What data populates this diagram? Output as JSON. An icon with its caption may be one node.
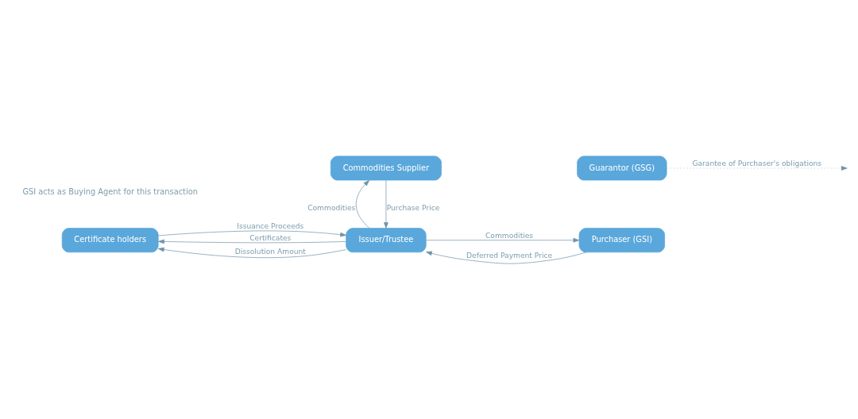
{
  "diagram": {
    "nodes": [
      {
        "text": [
          "Certificate holders"
        ]
      },
      {
        "text": [
          "Issuer/Trustee"
        ]
      },
      {
        "text": [
          "Guarantor (GSG)"
        ]
      },
      {
        "text": [
          "Purchaser (GSI)"
        ]
      },
      {
        "text": [
          "Commodities Supplier"
        ]
      }
    ],
    "edges": [
      {
        "from": 1,
        "to": 0,
        "arrow": "to",
        "label": "Certificates"
      },
      {
        "from": 0,
        "to": 1,
        "arrow": "to",
        "label": "Issuance Proceeds"
      },
      {
        "from": 1,
        "to": 0,
        "arrow": "to",
        "label": "Dissolution Amount"
      },
      {
        "from": 3,
        "to": 1,
        "arrow": "to",
        "label": "Deferred Payment Price"
      },
      {
        "from": 1,
        "to": 3,
        "arrow": "to",
        "label": "Commodities"
      },
      {
        "from": 2,
        "to": null,
        "arrow": "to",
        "style": "dashed",
        "label": "Garantee of Purchaser's obligations"
      },
      {
        "from": 4,
        "to": 1,
        "arrow": "to",
        "label": "Purchase Price"
      },
      {
        "from": 1,
        "to": 4,
        "arrow": "to",
        "label": "Commodities"
      }
    ],
    "labels": [
      "GSI acts as Buying Agent for this transaction"
    ]
  }
}
